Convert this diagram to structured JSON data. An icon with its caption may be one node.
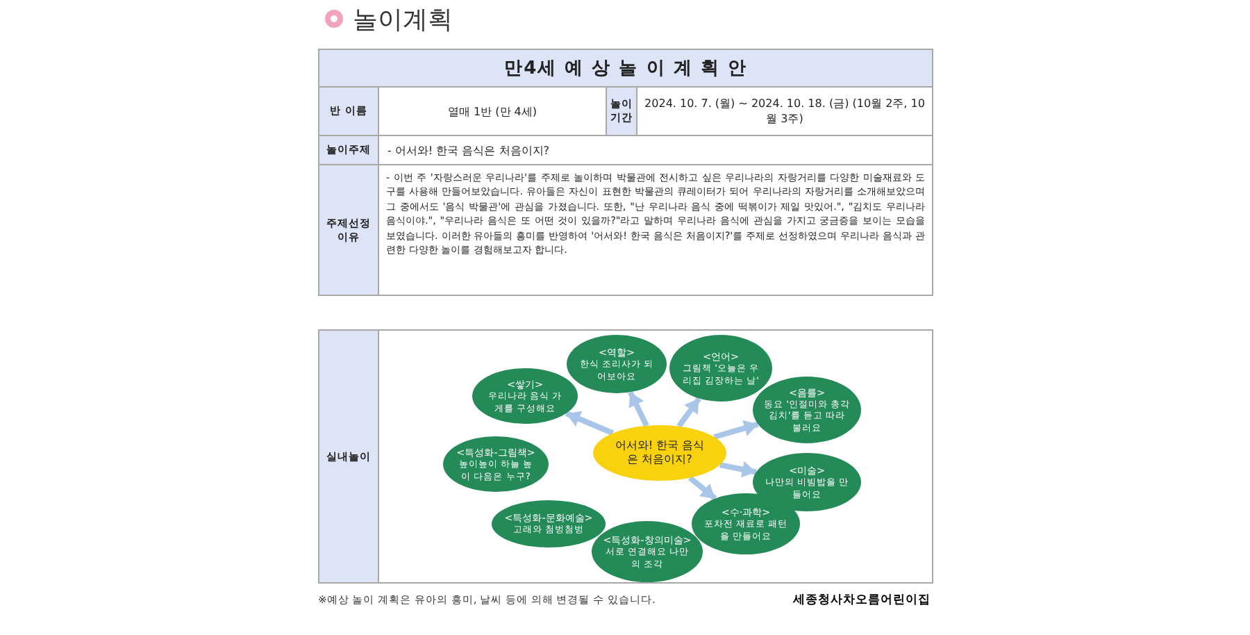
{
  "diagram": {
    "title": "놀이계획",
    "nodes": [
      {
        "text": [
          "<역할>",
          "한식 조리사가 되어보아요"
        ]
      },
      {
        "text": [
          "<언어>",
          "그림책 '오늘은 우리집 김장하는 날'"
        ]
      },
      {
        "text": [
          "<쌓기>",
          "우리나라 음식 가게를 구성해요"
        ]
      },
      {
        "text": [
          "<음률>",
          "동요 '인절미와 총각김치'를 듣고 따라 불러요"
        ]
      },
      {
        "text": [
          "<특성화-그림책>",
          "높이높이 하늘 높이 다음은 누구?"
        ]
      },
      {
        "text": [
          "어서와! 한국 음식은 처음이지?"
        ]
      },
      {
        "text": [
          "<미술>",
          "나만의 비빔밥을 만들어요"
        ]
      },
      {
        "text": [
          "<특성화-문화예술>",
          "고래와 첨벙첨벙"
        ]
      },
      {
        "text": [
          "<수·과학>",
          "포차전 재료로 패턴을 만들어요"
        ]
      },
      {
        "text": [
          "<특성화-창의미술>",
          "서로 연결해요 나만의 조각"
        ]
      }
    ],
    "edges": [
      {
        "from": 5,
        "to": 2,
        "arrow": "to"
      },
      {
        "from": 5,
        "to": 0,
        "arrow": "to"
      },
      {
        "from": 5,
        "to": 1,
        "arrow": "to"
      },
      {
        "from": 5,
        "to": 3,
        "arrow": "to"
      },
      {
        "from": 5,
        "to": 6,
        "arrow": "to"
      },
      {
        "from": 5,
        "to": 8,
        "arrow": "to"
      }
    ],
    "labels": [
      "만4세 예 상 놀 이 계 획 안",
      "반 이름",
      "열매 1반 (만 4세)",
      "놀이 기간",
      "2024. 10. 7. (월) ~ 2024. 10. 18. (금) (10월 2주, 10월 3주)",
      "놀이주제",
      "- 어서와! 한국 음식은 처음이지?",
      "주제선정 이유",
      "- 이번 주 '자랑스러운 우리나라'를 주제로 놀이하며 박물관에 전시하고 싶은 우리나라의 자랑거리를 다양한 미술재료와 도구를 사용해 만들어보았습니다. 유아들은 자신이 표현한 박물관의 큐레이터가 되어 우리나라의 자랑거리를 소개해보았으며 그 중에서도 '음식 박물관'에 관심을 가졌습니다. 또한, \"난 우리나라 음식 중에 떡볶이가 제일 맛있어.\", \"김치도 우리나라 음식이야.\", \"우리나라 음식은 또 어떤 것이 있을까?\"라고 말하며 우리나라 음식에 관심을 가지고 궁금증을 보이는 모습을 보였습니다. 이러한 유아들의 흥미를 반영하여 '어서와! 한국 음식은 처음이지?'를 주제로 선정하였으며 우리나라 음식과 관련한 다양한 놀이를 경험해보고자 합니다.",
      "실내놀이",
      "※예상 놀이 계획은 유아의 흥미, 날씨 등에 의해 변경될 수 있습니다.",
      "세종청사차오름어린이집"
    ]
  }
}
